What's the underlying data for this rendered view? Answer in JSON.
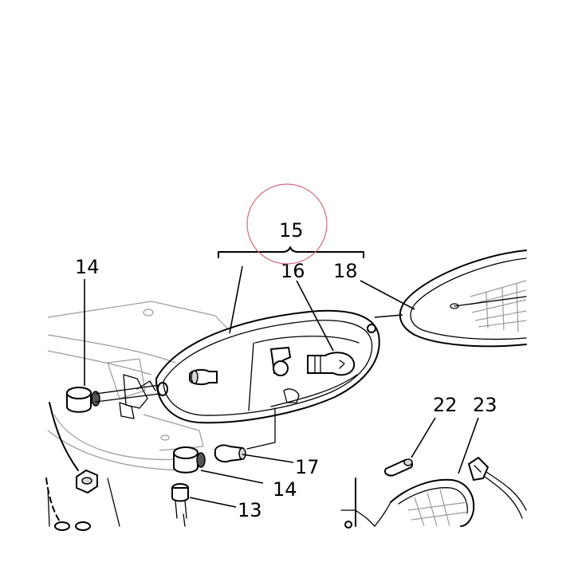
{
  "callouts": {
    "c13": "13",
    "c14a": "14",
    "c14b": "14",
    "c15": "15",
    "c16": "16",
    "c17": "17",
    "c18": "18",
    "c22": "22",
    "c23": "23"
  },
  "colors": {
    "highlight_circle": "#d46a78",
    "line": "#000000",
    "faint_line": "#9a9a9a"
  }
}
